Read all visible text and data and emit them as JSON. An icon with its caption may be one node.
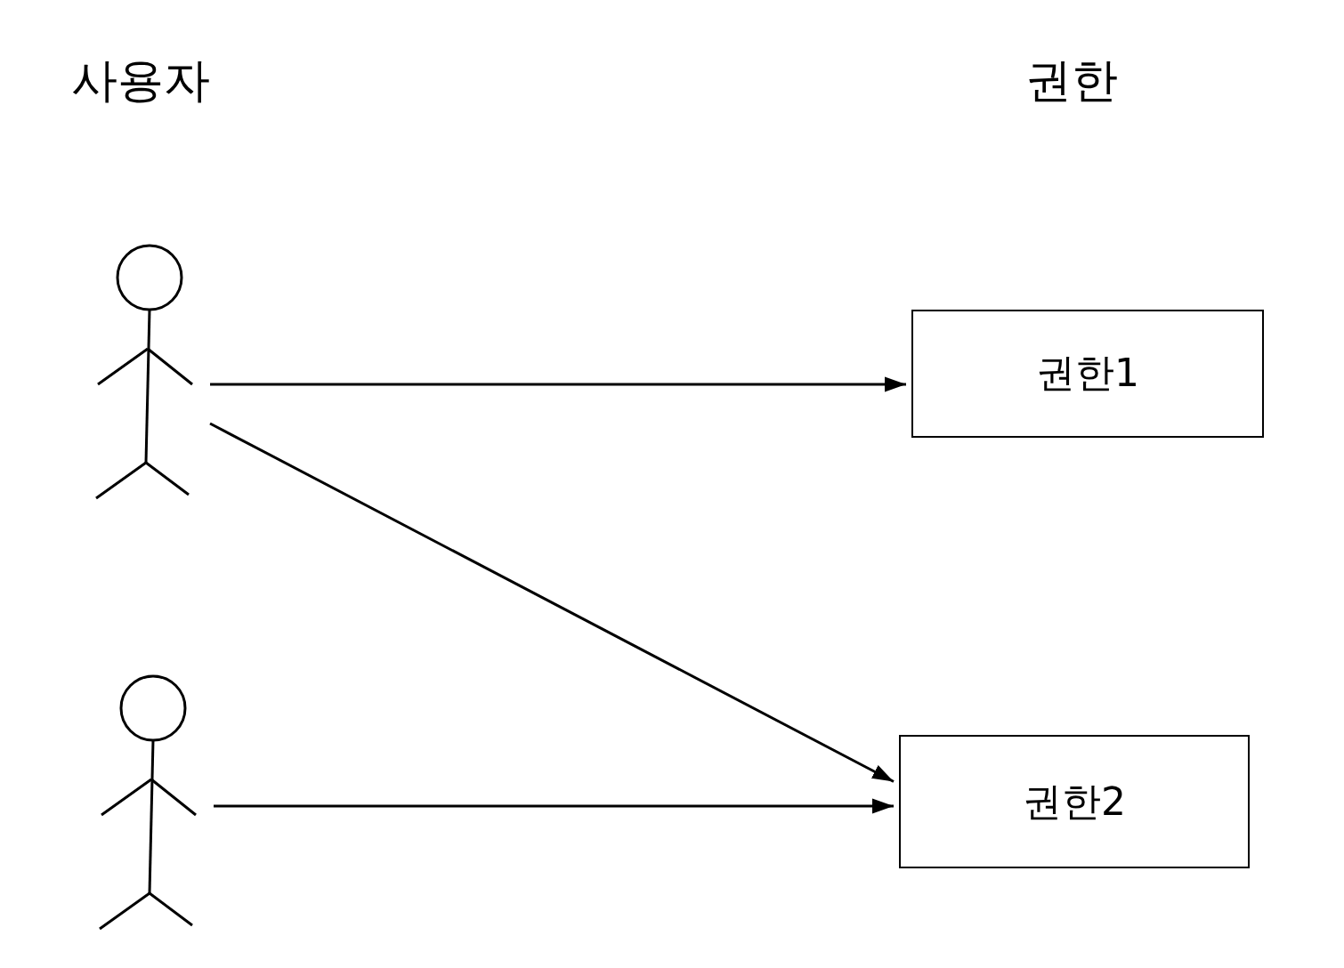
{
  "diagram": {
    "nodes": [
      {
        "text": [],
        "shape": "person"
      },
      {
        "text": [],
        "shape": "person"
      },
      {
        "text": [
          "권한1"
        ]
      },
      {
        "text": [
          "권한2"
        ]
      }
    ],
    "edges": [
      {
        "from": 0,
        "to": 2,
        "arrow": "to"
      },
      {
        "from": 0,
        "to": 3,
        "arrow": "to"
      },
      {
        "from": 1,
        "to": 3,
        "arrow": "to"
      }
    ],
    "labels": [
      "사용자",
      "권한"
    ]
  }
}
